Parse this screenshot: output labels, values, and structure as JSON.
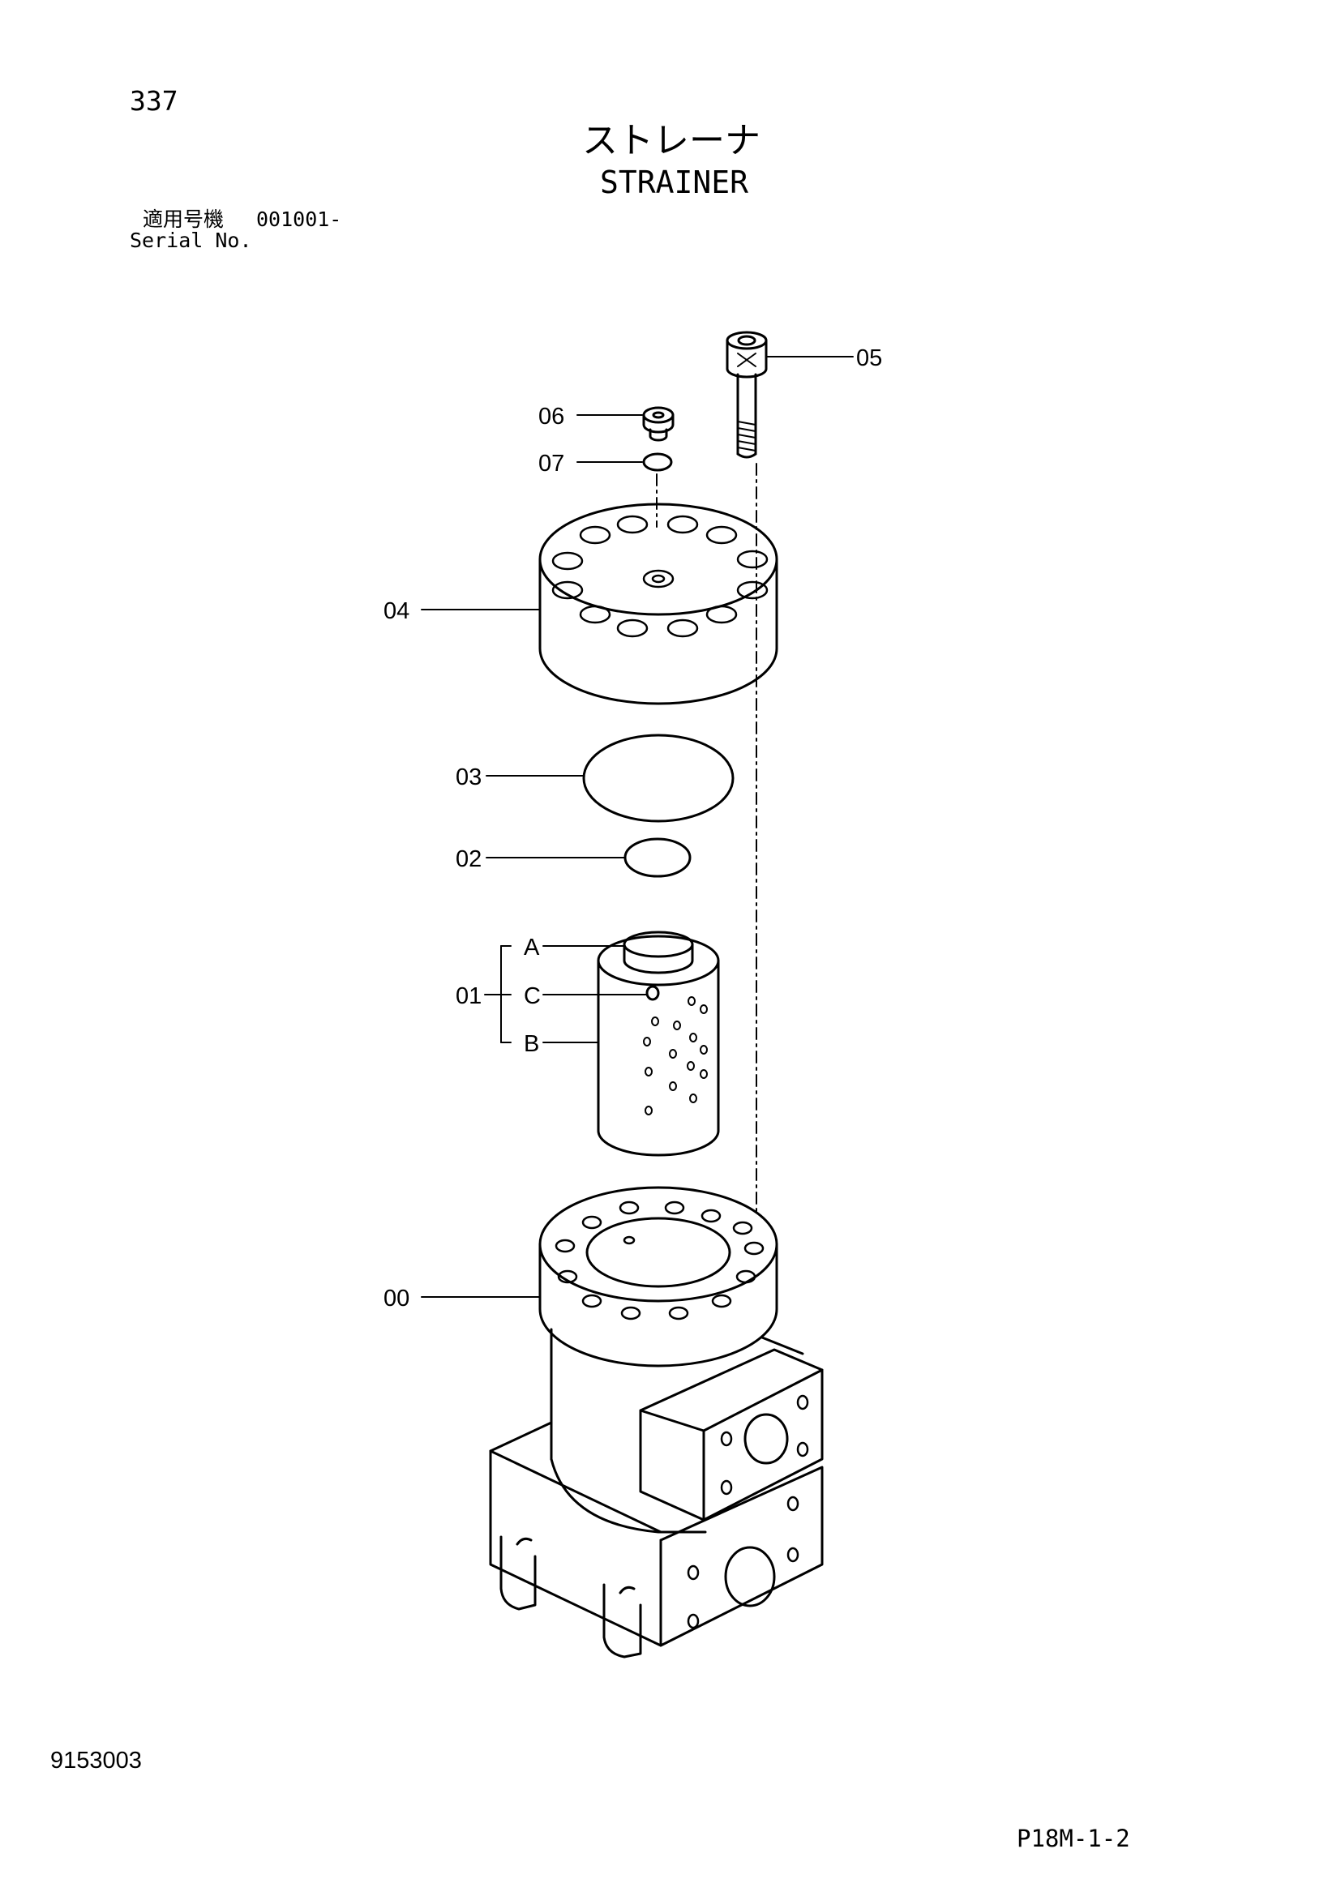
{
  "header": {
    "page_number": "337",
    "title_jp": "ストレーナ",
    "title_en": "STRAINER",
    "serial_label_jp": "適用号機",
    "serial_value": "001001-",
    "serial_label_en": "Serial No."
  },
  "callouts": {
    "p00": "00",
    "p01": "01",
    "p02": "02",
    "p03": "03",
    "p04": "04",
    "p05": "05",
    "p06": "06",
    "p07": "07",
    "sub_a": "A",
    "sub_b": "B",
    "sub_c": "C"
  },
  "footer": {
    "doc_code": "9153003",
    "page_code": "P18M-1-2"
  }
}
